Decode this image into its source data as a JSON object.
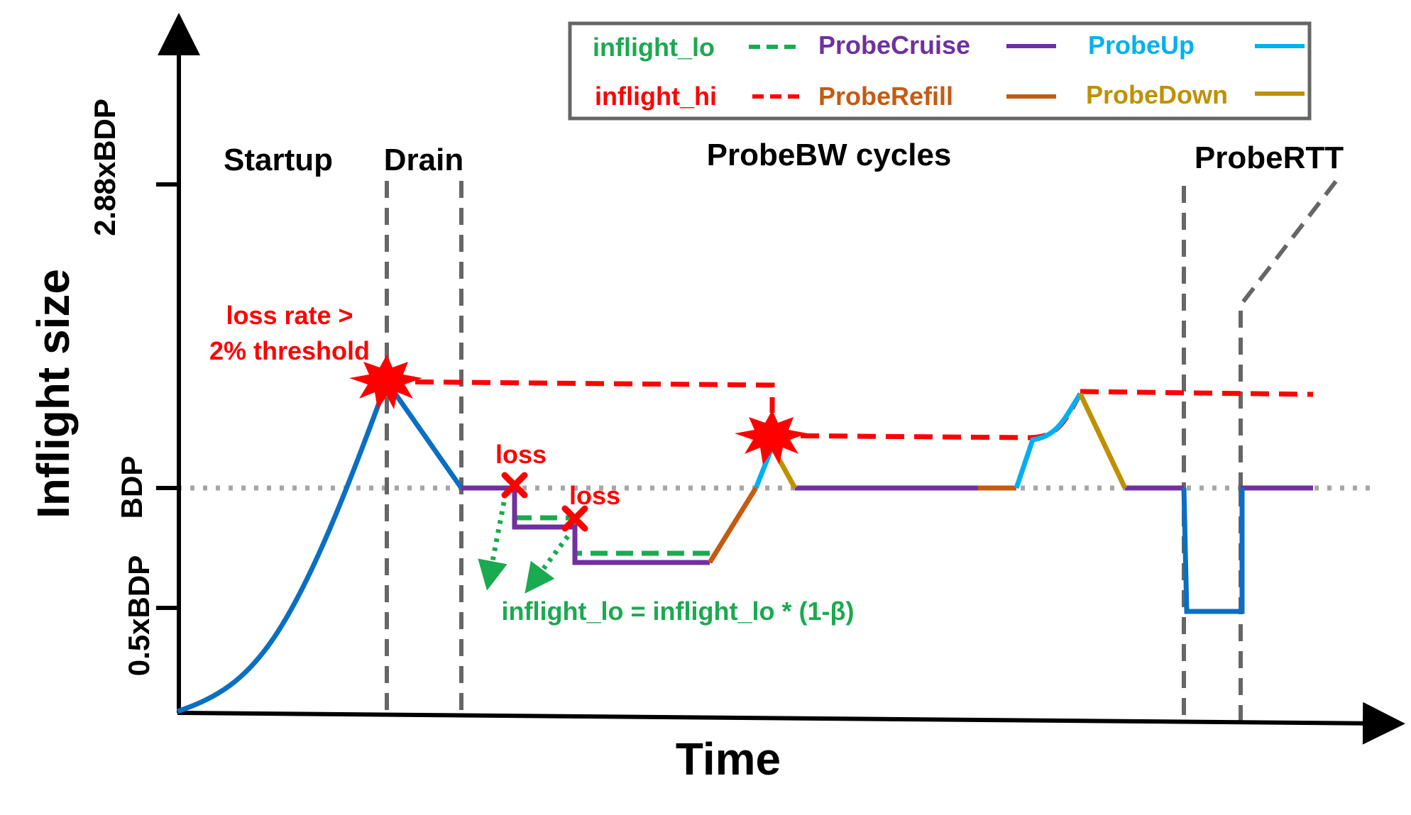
{
  "axes": {
    "x_label": "Time",
    "y_label": "Inflight size",
    "y_ticks": [
      "2.88xBDP",
      "BDP",
      "0.5xBDP"
    ]
  },
  "phases": {
    "startup": "Startup",
    "drain": "Drain",
    "probebw": "ProbeBW cycles",
    "probertt": "ProbeRTT"
  },
  "legend": {
    "inflight_lo": "inflight_lo",
    "inflight_hi": "inflight_hi",
    "probe_cruise": "ProbeCruise",
    "probe_refill": "ProbeRefill",
    "probe_up": "ProbeUp",
    "probe_down": "ProbeDown"
  },
  "annotations": {
    "loss_rate_line1": "loss rate >",
    "loss_rate_line2": "2% threshold",
    "loss1": "loss",
    "loss2": "loss",
    "formula": "inflight_lo = inflight_lo * (1-β)"
  },
  "colors": {
    "startup": "#0a6fc2",
    "inflight_lo": "#1aaa4f",
    "inflight_hi": "#ff0000",
    "probe_cruise": "#7030a0",
    "probe_refill": "#c55a11",
    "probe_up": "#00b0f0",
    "probe_down": "#bf9000",
    "phase_divider": "#666666",
    "bdp_line": "#a6a6a6",
    "legend_border": "#666666"
  }
}
